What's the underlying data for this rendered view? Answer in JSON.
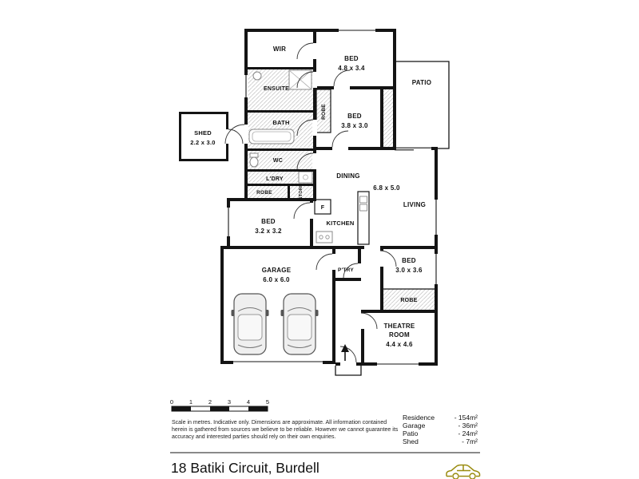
{
  "title": "18 Batiki Circuit, Burdell",
  "plan": {
    "rooms": {
      "wir": {
        "name": "WIR"
      },
      "bed1": {
        "name": "BED",
        "dims": "4.8 x 3.4"
      },
      "ensuite": {
        "name": "ENSUITE"
      },
      "patio": {
        "name": "PATIO"
      },
      "robe1": {
        "name": "ROBE"
      },
      "bed2": {
        "name": "BED",
        "dims": "3.8 x 3.0"
      },
      "bath": {
        "name": "BATH"
      },
      "shed": {
        "name": "SHED",
        "dims": "2.2 x 3.0"
      },
      "wc": {
        "name": "WC"
      },
      "ldry": {
        "name": "L'DRY"
      },
      "robe2": {
        "name": "ROBE"
      },
      "store": {
        "name": "STORE"
      },
      "dining": {
        "name": "DINING",
        "dims": "6.8 x 5.0"
      },
      "living": {
        "name": "LIVING"
      },
      "fridge": {
        "name": "F"
      },
      "kitchen": {
        "name": "KITCHEN"
      },
      "bed3": {
        "name": "BED",
        "dims": "3.2 x 3.2"
      },
      "ptry": {
        "name": "P'TRY"
      },
      "garage": {
        "name": "GARAGE",
        "dims": "6.0 x 6.0"
      },
      "bed4": {
        "name": "BED",
        "dims": "3.0 x 3.6"
      },
      "robe3": {
        "name": "ROBE"
      },
      "theatre": {
        "name": "THEATRE",
        "name2": "ROOM",
        "dims": "4.4 x 4.6"
      }
    }
  },
  "scalebar": {
    "ticks": [
      "0",
      "1",
      "2",
      "3",
      "4",
      "5"
    ],
    "notes": [
      "Scale in metres. Indicative only. Dimensions are approximate. All information contained",
      "herein is gathered from sources we believe to be reliable. However we cannot guarantee its",
      "accuracy and interested parties should rely on their own enquiries."
    ]
  },
  "legend": [
    {
      "label": "Residence",
      "value": "- 154m²"
    },
    {
      "label": "Garage",
      "value": "- 36m²"
    },
    {
      "label": "Patio",
      "value": "- 24m²"
    },
    {
      "label": "Shed",
      "value": "- 7m²"
    }
  ],
  "colors": {
    "wall": "#141414",
    "hatch": "#c9c9c9",
    "logo": "#9a8c10"
  }
}
